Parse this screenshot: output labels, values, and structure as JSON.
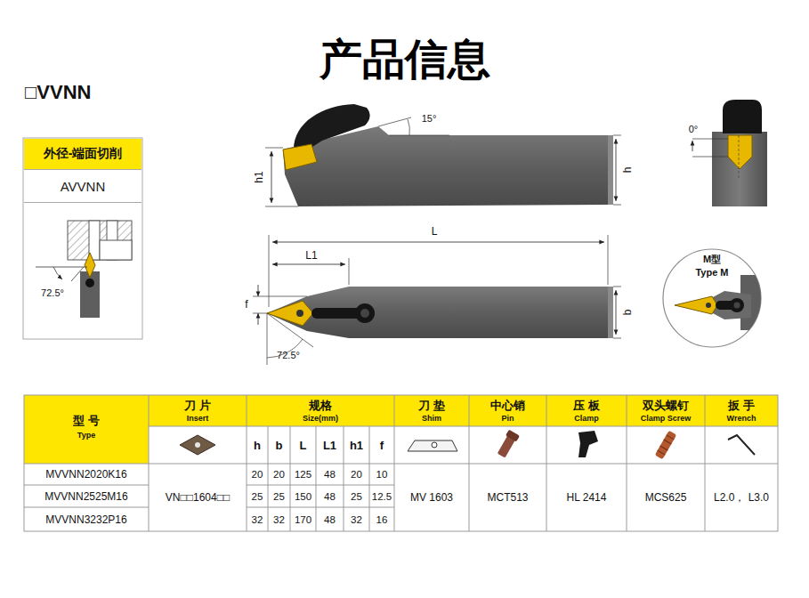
{
  "diagram": {
    "title": "产品信息",
    "nodes": [
      {
        "text": [
          "外径-端面切削"
        ]
      },
      {
        "text": [
          "AVVNN"
        ]
      },
      {
        "text": [
          "M型",
          "Type M"
        ]
      }
    ],
    "labels": [
      "□VVNN",
      "15°",
      "h1",
      "h",
      "0°",
      "L",
      "L1",
      "f",
      "b",
      "72.5°",
      "72.5°",
      "型 号",
      "Type",
      "刀 片",
      "Insert",
      "规格",
      "Size(mm)",
      "刀 垫",
      "Shim",
      "中心销",
      "Pin",
      "压 板",
      "Clamp",
      "双头螺钉",
      "Clamp Screw",
      "扳 手",
      "Wrench",
      "h",
      "b",
      "L",
      "L1",
      "h1",
      "f",
      "MVVNN2020K16",
      "VN□□1604□□",
      "20",
      "20",
      "125",
      "48",
      "20",
      "10",
      "MV 1603",
      "MCT513",
      "HL 2414",
      "MCS625",
      "L2.0， L3.0",
      "MVVNN2525M16",
      "25",
      "25",
      "150",
      "48",
      "25",
      "12.5",
      "MVVNN3232P16",
      "32",
      "32",
      "170",
      "48",
      "32",
      "16"
    ]
  }
}
